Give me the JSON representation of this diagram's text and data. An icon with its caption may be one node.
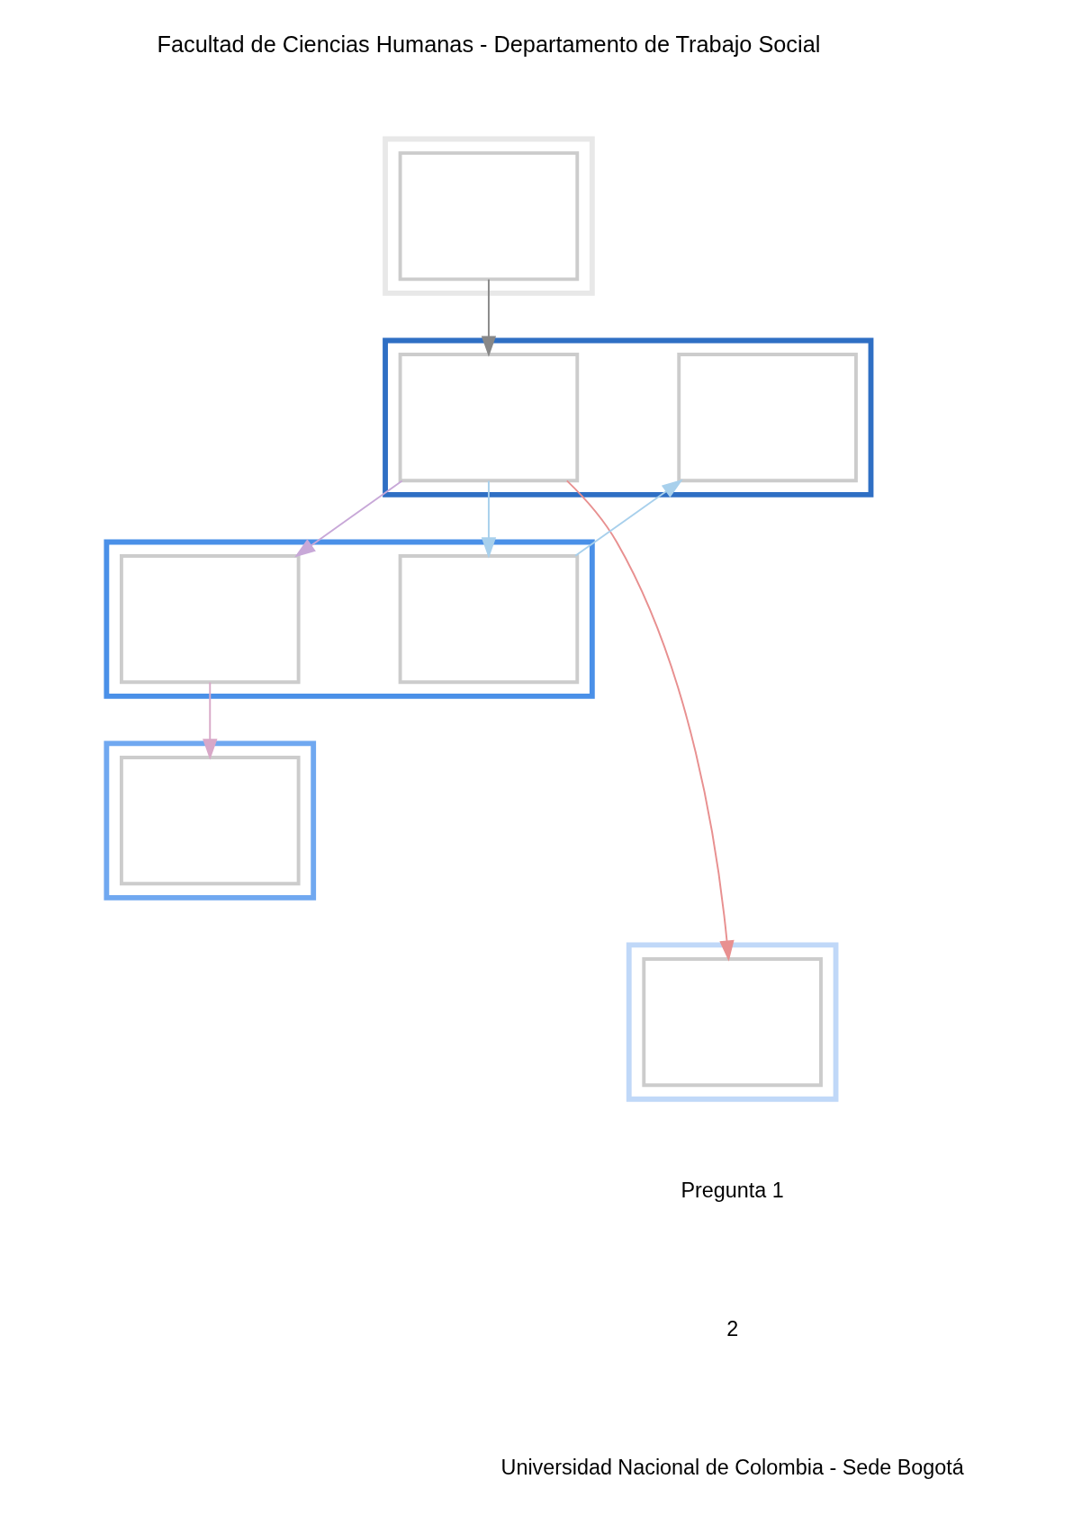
{
  "diagram": {
    "nodes": [
      {
        "text": [],
        "shape": "band"
      },
      {
        "text": [],
        "shape": "band"
      },
      {
        "text": [],
        "shape": "band"
      },
      {
        "text": [],
        "shape": "band"
      },
      {
        "text": [],
        "shape": "band"
      },
      {
        "text": [],
        "shape": "box",
        "in": 0
      },
      {
        "text": [],
        "shape": "box",
        "in": 1
      },
      {
        "text": [],
        "shape": "box",
        "in": 1
      },
      {
        "text": [],
        "shape": "box",
        "in": 2
      },
      {
        "text": [],
        "shape": "box",
        "in": 2
      },
      {
        "text": [],
        "shape": "box",
        "in": 3
      },
      {
        "text": [],
        "shape": "box",
        "in": 4
      }
    ],
    "edges": [
      {
        "from": 5,
        "to": 6,
        "arrow": "to",
        "color": "#888888"
      },
      {
        "from": 6,
        "to": 8,
        "arrow": "to",
        "color": "#c8a8d8"
      },
      {
        "from": 6,
        "to": 11,
        "arrow": "to",
        "color": "#e89090"
      },
      {
        "from": 6,
        "to": 9,
        "arrow": "to",
        "color": "#a8d0ec"
      },
      {
        "from": 9,
        "to": 7,
        "arrow": "to",
        "color": "#a8d0ec"
      },
      {
        "from": 8,
        "to": 10,
        "arrow": "to",
        "color": "#d8a8c8"
      }
    ],
    "labels": [
      "Facultad de Ciencias Humanas - Departamento de Trabajo Social",
      "Pregunta 1",
      "2",
      "Universidad Nacional de Colombia - Sede Bogotá"
    ]
  }
}
